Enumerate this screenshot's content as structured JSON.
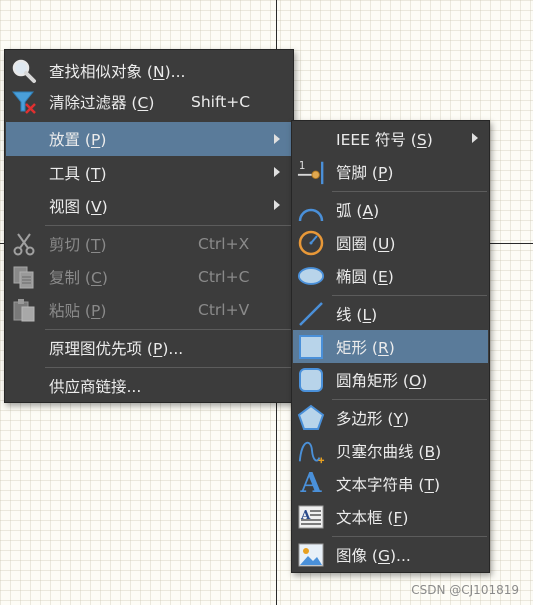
{
  "main_menu": {
    "items": [
      {
        "label": "查找相似对象 (",
        "key": "N",
        "suffix": ")...",
        "icon": "search-icon"
      },
      {
        "label": "清除过滤器 (",
        "key": "C",
        "suffix": ")",
        "shortcut": "Shift+C",
        "icon": "clear-filter-icon"
      },
      {
        "label": "放置 (",
        "key": "P",
        "suffix": ")"
      },
      {
        "label": "工具 (",
        "key": "T",
        "suffix": ")"
      },
      {
        "label": "视图 (",
        "key": "V",
        "suffix": ")"
      },
      {
        "label": "剪切 (",
        "key": "T",
        "suffix": ")",
        "shortcut": "Ctrl+X",
        "icon": "scissors-icon"
      },
      {
        "label": "复制 (",
        "key": "C",
        "suffix": ")",
        "shortcut": "Ctrl+C",
        "icon": "copy-icon"
      },
      {
        "label": "粘贴 (",
        "key": "P",
        "suffix": ")",
        "shortcut": "Ctrl+V",
        "icon": "paste-icon"
      },
      {
        "label": "原理图优先项 (",
        "key": "P",
        "suffix": ")..."
      },
      {
        "label": "供应商链接..."
      }
    ]
  },
  "place_submenu": {
    "items": [
      {
        "label": "IEEE 符号 (",
        "key": "S",
        "suffix": ")"
      },
      {
        "label": "管脚 (",
        "key": "P",
        "suffix": ")",
        "icon": "pin-icon",
        "pin_number": "1"
      },
      {
        "label": "弧 (",
        "key": "A",
        "suffix": ")",
        "icon": "arc-icon"
      },
      {
        "label": "圆圈 (",
        "key": "U",
        "suffix": ")",
        "icon": "circle-icon"
      },
      {
        "label": "椭圆 (",
        "key": "E",
        "suffix": ")",
        "icon": "ellipse-icon"
      },
      {
        "label": "线 (",
        "key": "L",
        "suffix": ")",
        "icon": "line-icon"
      },
      {
        "label": "矩形 (",
        "key": "R",
        "suffix": ")",
        "icon": "rectangle-icon"
      },
      {
        "label": "圆角矩形 (",
        "key": "O",
        "suffix": ")",
        "icon": "rounded-rectangle-icon"
      },
      {
        "label": "多边形 (",
        "key": "Y",
        "suffix": ")",
        "icon": "polygon-icon"
      },
      {
        "label": "贝塞尔曲线 (",
        "key": "B",
        "suffix": ")",
        "icon": "bezier-icon"
      },
      {
        "label": "文本字符串 (",
        "key": "T",
        "suffix": ")",
        "icon": "text-string-icon",
        "glyph": "A"
      },
      {
        "label": "文本框 (",
        "key": "F",
        "suffix": ")",
        "icon": "text-frame-icon"
      },
      {
        "label": "图像 (",
        "key": "G",
        "suffix": ")...",
        "icon": "image-icon"
      }
    ]
  },
  "watermark": "CSDN @CJ101819",
  "colors": {
    "menu_bg": "#3c3c3c",
    "highlight": "#5a7b9a",
    "text": "#ececec",
    "disabled_text": "#8a8a8a",
    "icon_blue": "#4a90d9"
  }
}
